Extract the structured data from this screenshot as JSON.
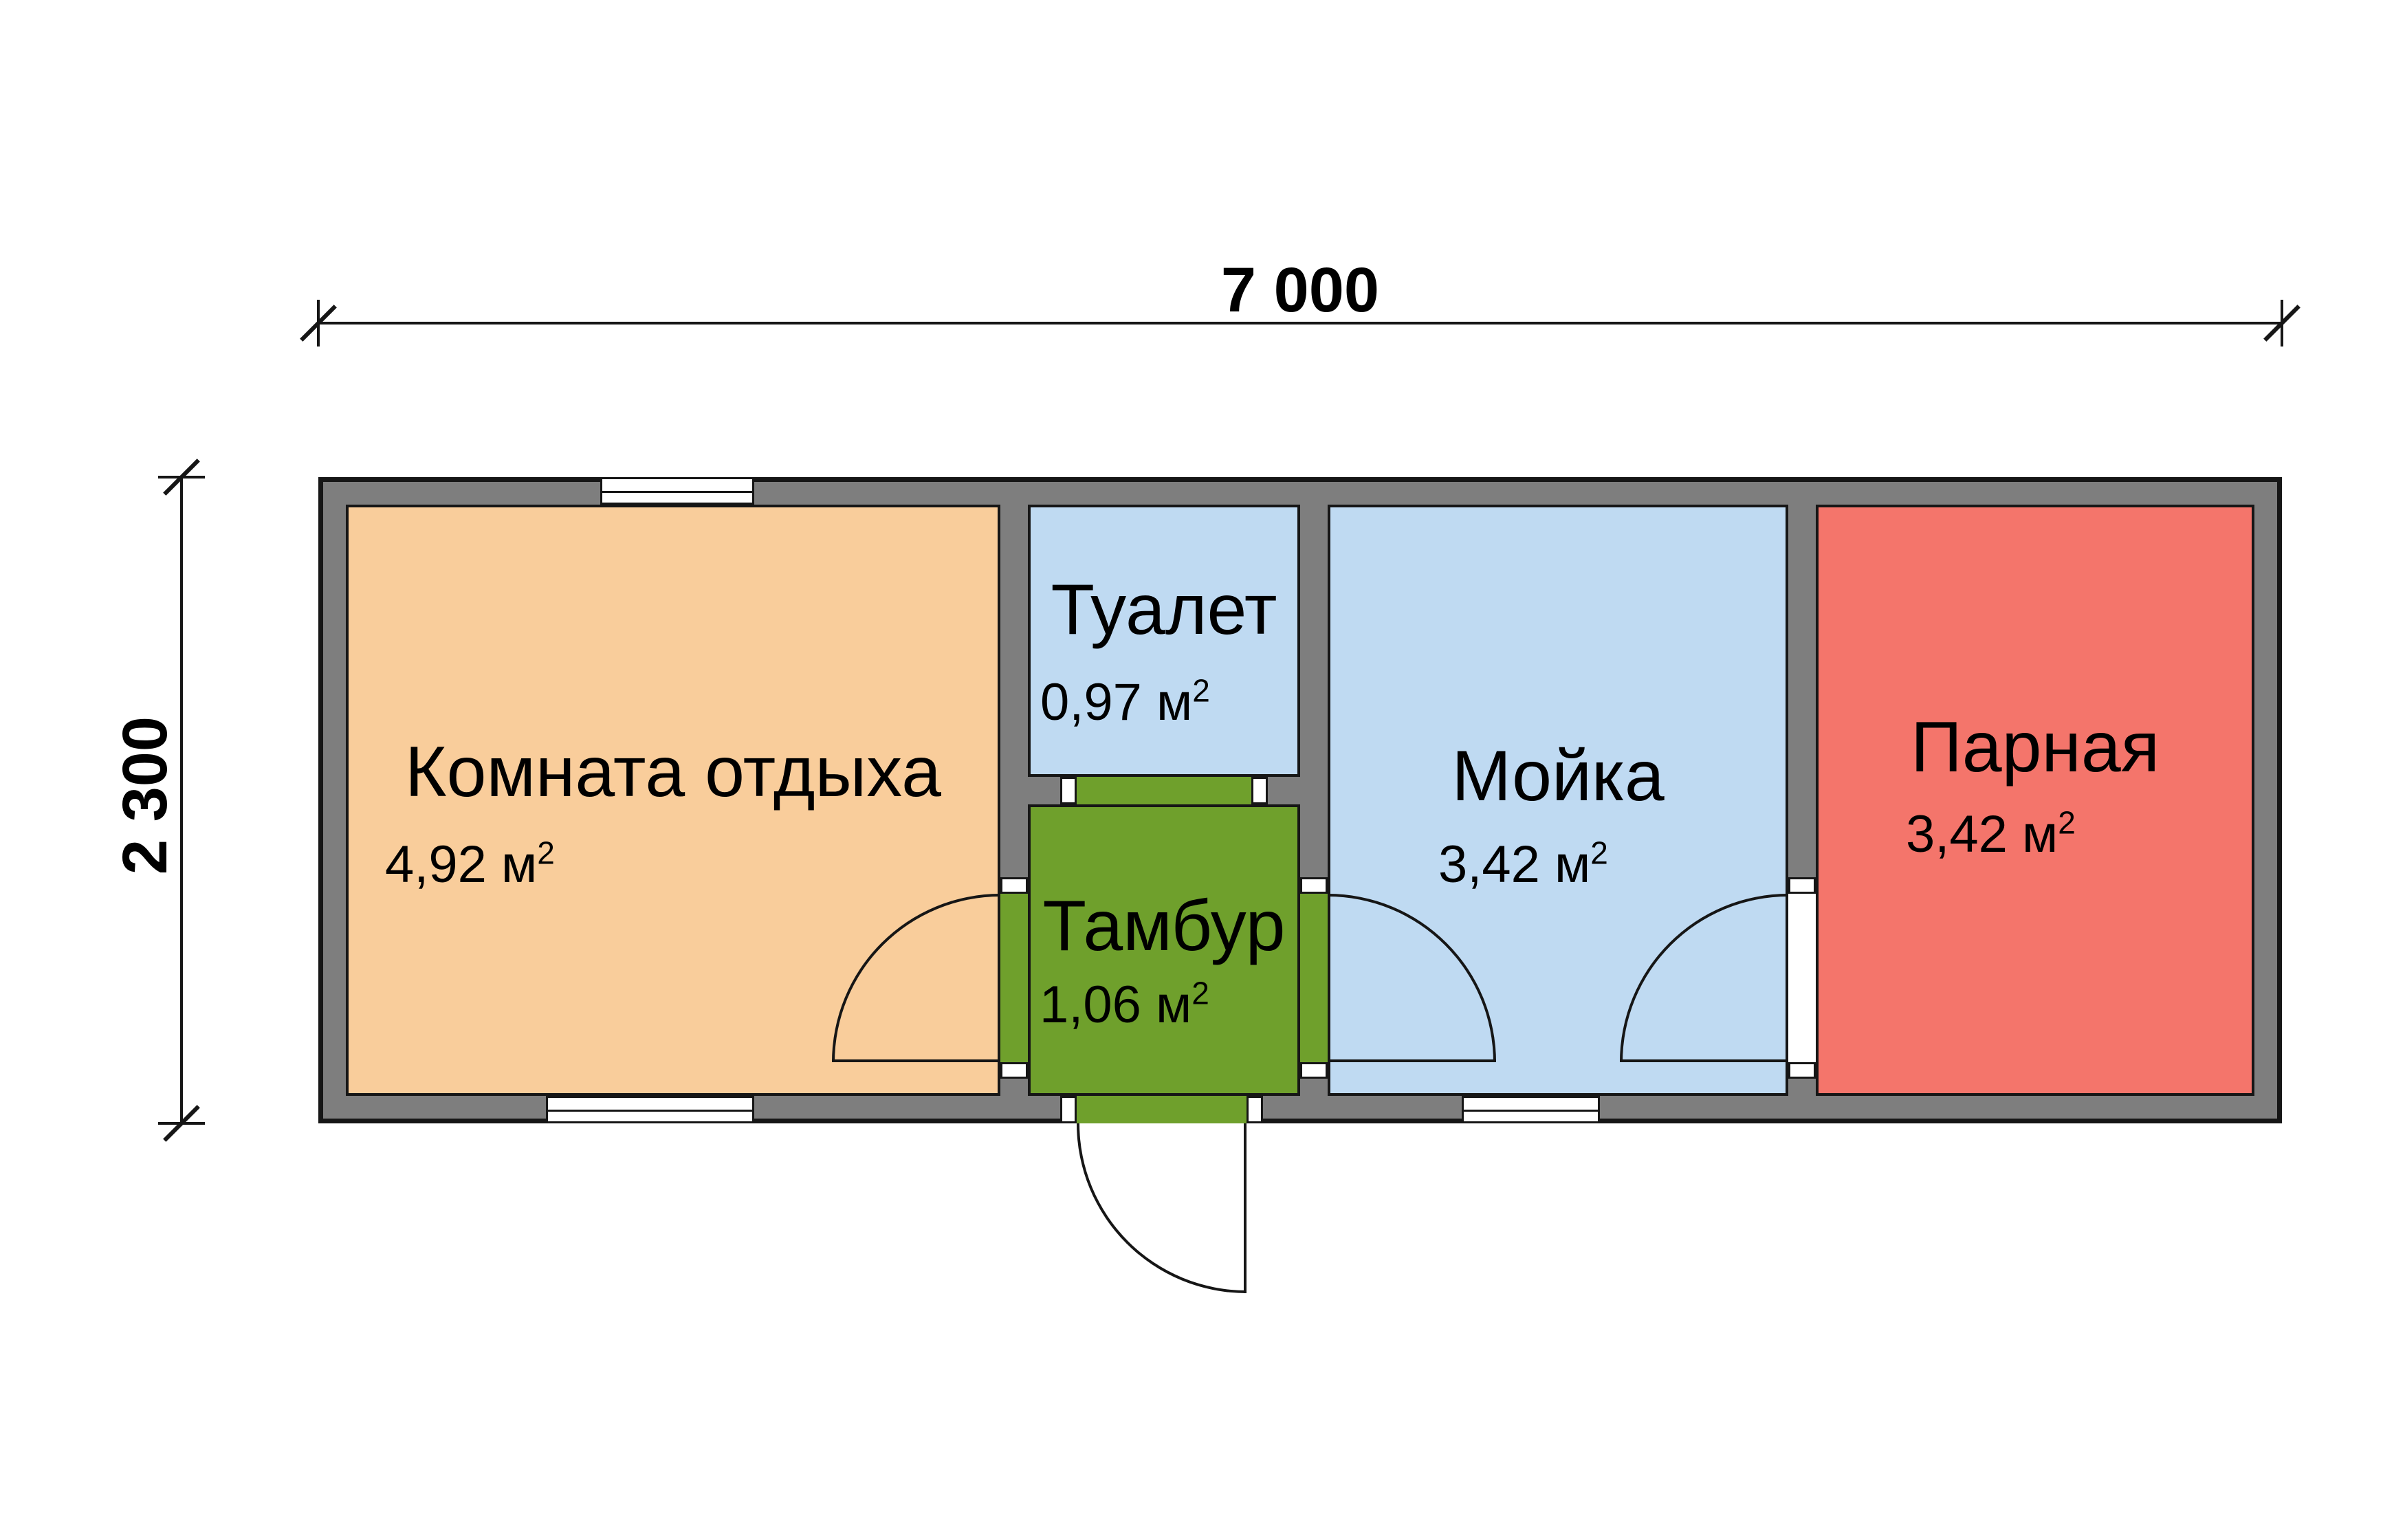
{
  "dimensions": {
    "width_label": "7 000",
    "height_label": "2 300"
  },
  "rooms": [
    {
      "name": "Комната отдыха",
      "area": "4,92 м",
      "area_sup": "2",
      "color": "#F9CD9B"
    },
    {
      "name": "Туалет",
      "area": "0,97 м",
      "area_sup": "2",
      "color": "#BFDAF2"
    },
    {
      "name": "Тамбур",
      "area": "1,06 м",
      "area_sup": "2",
      "color": "#6FA02C"
    },
    {
      "name": "Мойка",
      "area": "3,42 м",
      "area_sup": "2",
      "color": "#BFDAF2"
    },
    {
      "name": "Парная",
      "area": "3,42 м",
      "area_sup": "2",
      "color": "#F4756B"
    }
  ],
  "colors": {
    "wall": "#7e7e7e",
    "outline": "#161616",
    "background": "#ffffff"
  }
}
